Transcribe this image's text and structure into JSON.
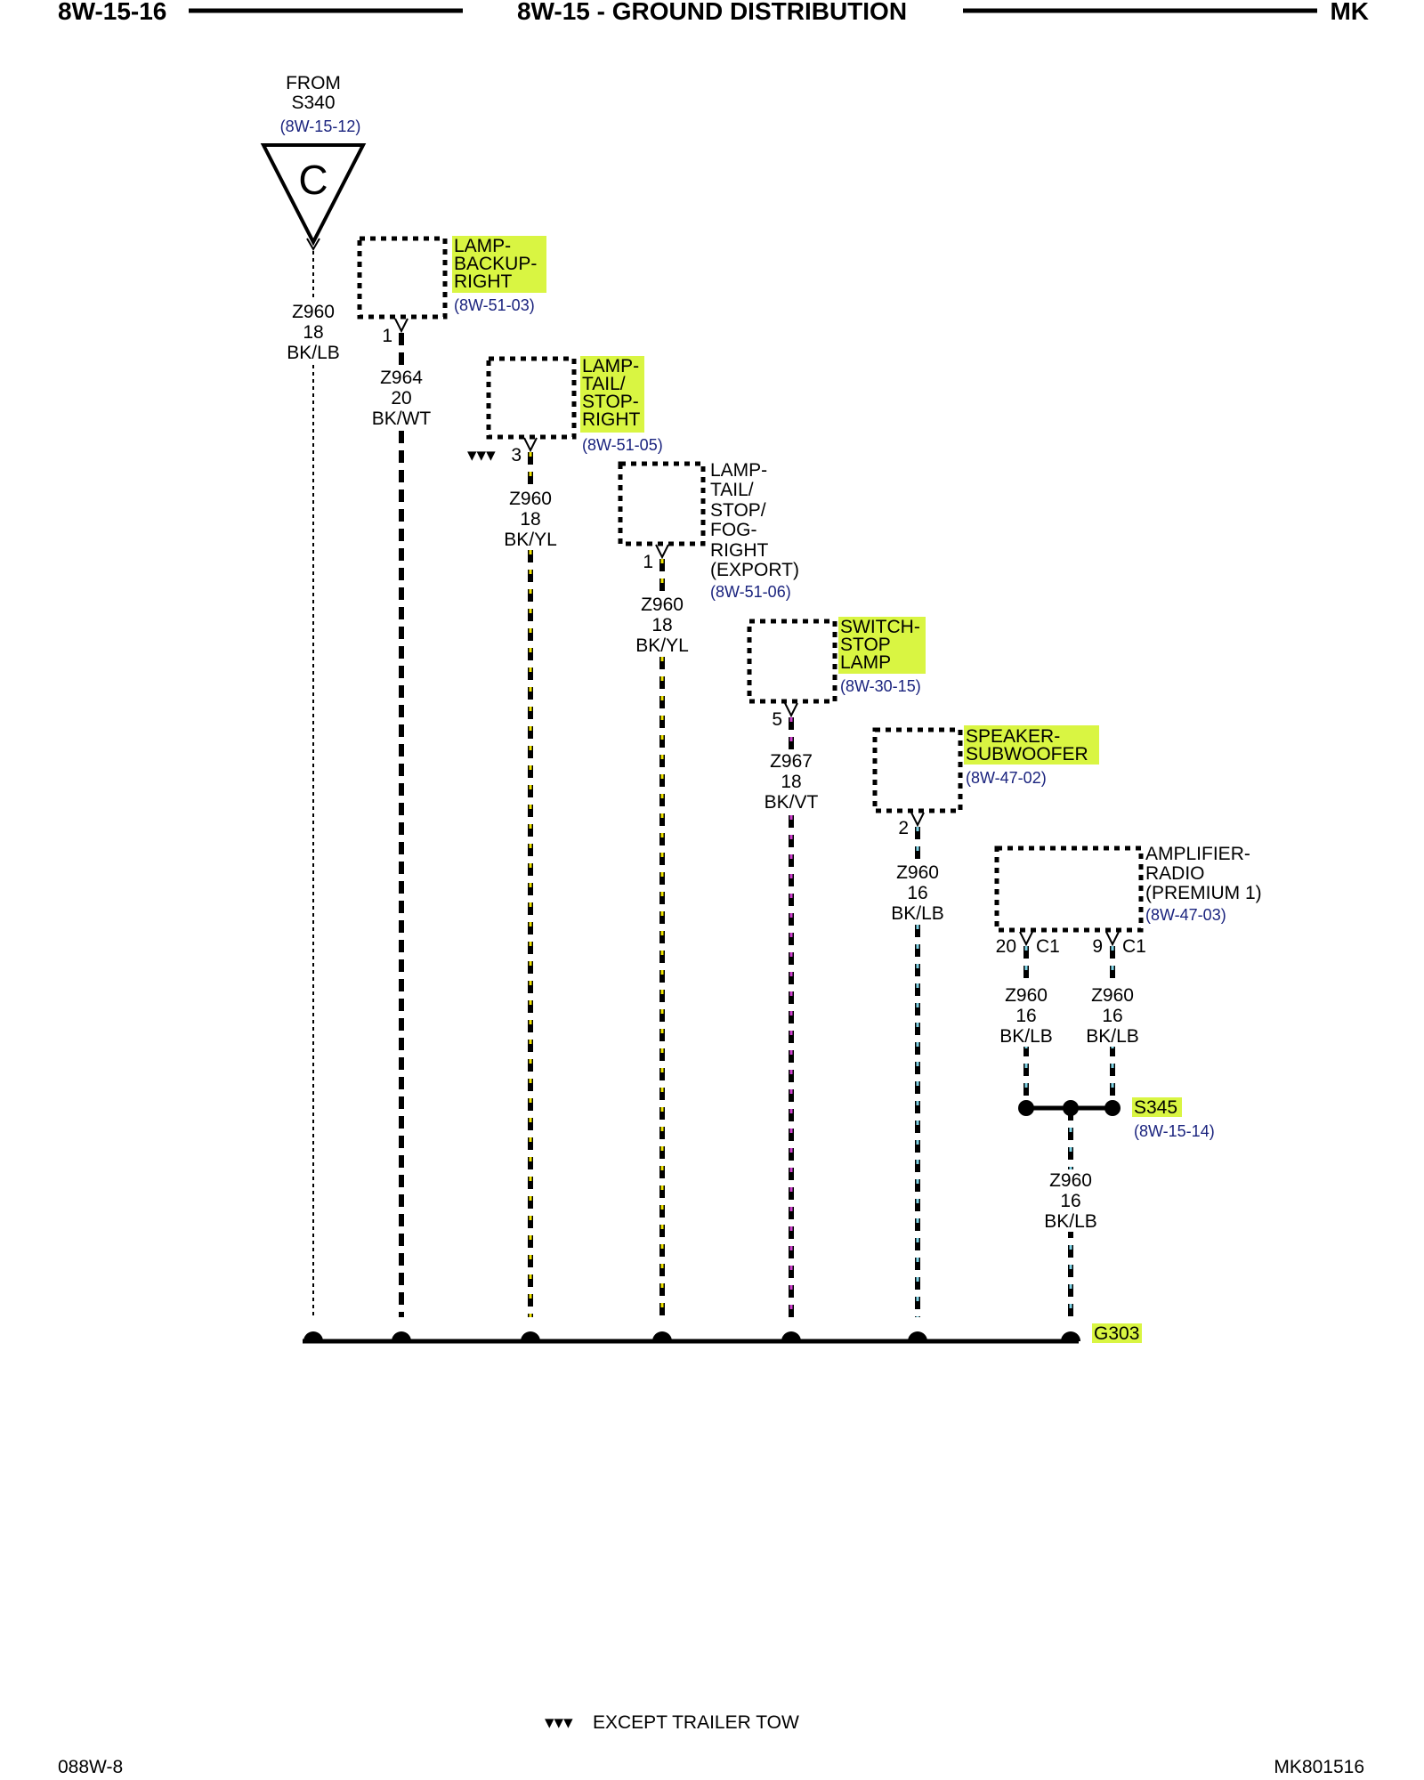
{
  "header": {
    "page_id": "8W-15-16",
    "title": "8W-15 - GROUND DISTRIBUTION",
    "model": "MK"
  },
  "footer": {
    "left_code": "088W-8",
    "right_code": "MK801516",
    "legend_symbol": "▾▾▾",
    "legend_text": "EXCEPT TRAILER TOW"
  },
  "colors": {
    "highlight": "#d9f542",
    "ref_text": "#1a237e",
    "tracer_yellow": "#f2e600",
    "tracer_violet": "#d040d0",
    "tracer_light_blue": "#7fd3e6"
  },
  "source": {
    "line1": "FROM",
    "line2": "S340",
    "ref": "(8W-15-12)",
    "connector": "C"
  },
  "components": [
    {
      "lines": [
        "LAMP-",
        "BACKUP-",
        "RIGHT"
      ],
      "ref": "(8W-51-03)",
      "highlight": true
    },
    {
      "lines": [
        "LAMP-",
        "TAIL/",
        "STOP-",
        "RIGHT"
      ],
      "ref": "(8W-51-05)",
      "highlight": true
    },
    {
      "lines": [
        "LAMP-",
        "TAIL/",
        "STOP/",
        "FOG-",
        "RIGHT",
        "(EXPORT)"
      ],
      "ref": "(8W-51-06)",
      "highlight": false
    },
    {
      "lines": [
        "SWITCH-",
        "STOP",
        "LAMP"
      ],
      "ref": "(8W-30-15)",
      "highlight": true
    },
    {
      "lines": [
        "SPEAKER-",
        "SUBWOOFER"
      ],
      "ref": "(8W-47-02)",
      "highlight": true
    },
    {
      "lines": [
        "AMPLIFIER-",
        "RADIO",
        "(PREMIUM 1)"
      ],
      "ref": "(8W-47-03)",
      "highlight": false
    }
  ],
  "pins": {
    "backup": "1",
    "tail": "3",
    "tail_marker": "▾▾▾",
    "fog": "1",
    "switch": "5",
    "speaker": "2",
    "amp_a": "20",
    "amp_a_conn": "C1",
    "amp_b": "9",
    "amp_b_conn": "C1"
  },
  "wires": [
    {
      "circuit": "Z960",
      "gauge": "18",
      "color": "BK/LB",
      "tracer": "none"
    },
    {
      "circuit": "Z964",
      "gauge": "20",
      "color": "BK/WT",
      "tracer": "white"
    },
    {
      "circuit": "Z960",
      "gauge": "18",
      "color": "BK/YL",
      "tracer": "yellow"
    },
    {
      "circuit": "Z960",
      "gauge": "18",
      "color": "BK/YL",
      "tracer": "yellow"
    },
    {
      "circuit": "Z967",
      "gauge": "18",
      "color": "BK/VT",
      "tracer": "violet"
    },
    {
      "circuit": "Z960",
      "gauge": "16",
      "color": "BK/LB",
      "tracer": "light-blue"
    },
    {
      "circuit": "Z960",
      "gauge": "16",
      "color": "BK/LB",
      "tracer": "light-blue"
    },
    {
      "circuit": "Z960",
      "gauge": "16",
      "color": "BK/LB",
      "tracer": "light-blue"
    },
    {
      "circuit": "Z960",
      "gauge": "16",
      "color": "BK/LB",
      "tracer": "light-blue"
    }
  ],
  "splice": {
    "name": "S345",
    "ref": "(8W-15-14)"
  },
  "ground": {
    "name": "G303"
  }
}
